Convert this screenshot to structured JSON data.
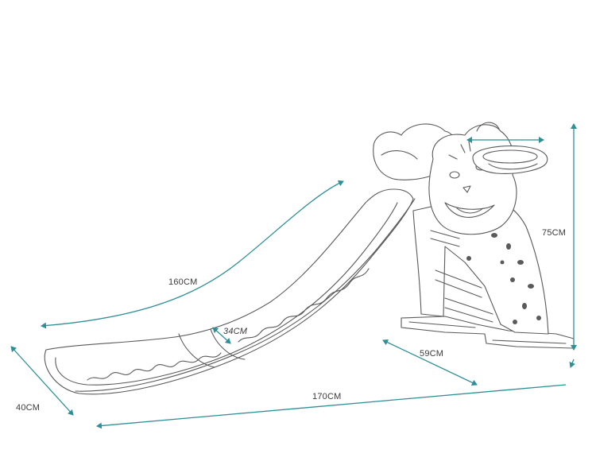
{
  "dimensions": {
    "slide_length": "160CM",
    "slide_width": "34CM",
    "height": "75CM",
    "base_depth": "59CM",
    "total_length": "170CM",
    "total_width": "40CM"
  },
  "colors": {
    "dimension_line": "#2e8f98",
    "outline": "#5a5a5a",
    "background": "#ffffff"
  }
}
